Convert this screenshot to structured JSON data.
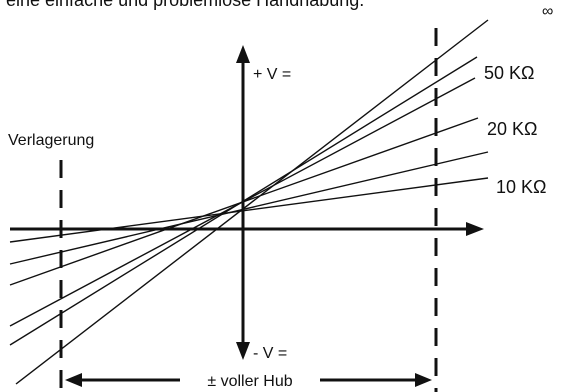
{
  "header_text": "eine einfache und problemlose Handhabung.",
  "labels": {
    "infinity": "∞",
    "k50": "50 KΩ",
    "k20": "20 KΩ",
    "k10": "10 KΩ",
    "plus_v": "+ V =",
    "minus_v": "- V =",
    "displacement": "Verlagerung",
    "full_stroke": "± voller Hub"
  },
  "colors": {
    "stroke": "#111111",
    "text": "#111111",
    "background": "#ffffff"
  }
}
